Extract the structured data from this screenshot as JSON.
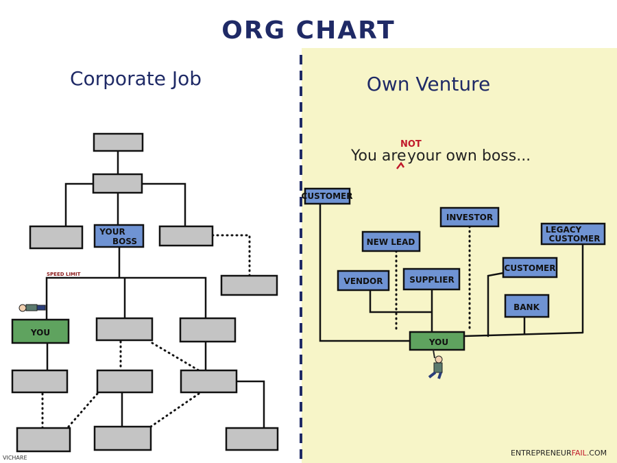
{
  "title": "ORG CHART",
  "left": {
    "heading": "Corporate Job",
    "your_boss_line1": "YOUR",
    "your_boss_line2": "BOSS",
    "speed_limit": "SPEED LIMIT",
    "you": "YOU",
    "signature": "VICHARE"
  },
  "right": {
    "heading": "Own Venture",
    "quote_start": "You are",
    "quote_insert": "NOT",
    "quote_end": "your own boss...",
    "boxes": {
      "customer": "CUSTOMER",
      "investor": "INVESTOR",
      "new_lead": "NEW LEAD",
      "legacy_line1": "LEGACY",
      "legacy_line2": "CUSTOMER",
      "vendor": "VENDOR",
      "supplier": "SUPPLIER",
      "customer2": "CUSTOMER",
      "bank": "BANK",
      "you": "YOU"
    },
    "credit_main": "ENTREPRENEUR",
    "credit_accent": "FAIL",
    "credit_end": ".COM"
  },
  "colors": {
    "navy": "#1f2a66",
    "yellow": "#f7f5c8",
    "blue": "#6f93d3",
    "green": "#5fa35f",
    "gray": "#c4c4c4",
    "red": "#c0182a"
  }
}
